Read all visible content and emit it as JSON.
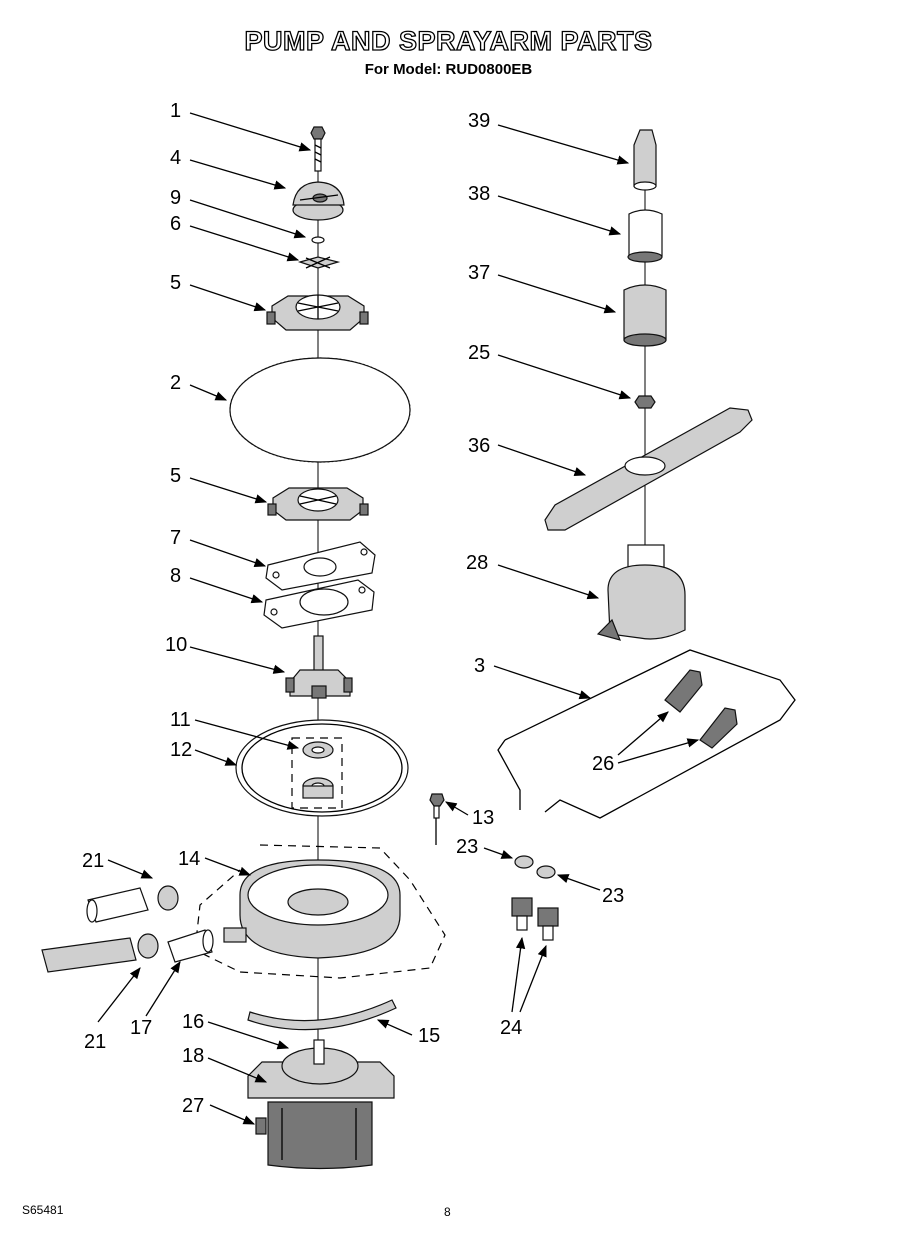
{
  "header": {
    "title": "PUMP AND SPRAYARM PARTS",
    "subtitle": "For Model: RUD0800EB"
  },
  "callouts": [
    {
      "id": "c1",
      "label": "1"
    },
    {
      "id": "c4",
      "label": "4"
    },
    {
      "id": "c9",
      "label": "9"
    },
    {
      "id": "c6",
      "label": "6"
    },
    {
      "id": "c5a",
      "label": "5"
    },
    {
      "id": "c2",
      "label": "2"
    },
    {
      "id": "c5b",
      "label": "5"
    },
    {
      "id": "c7",
      "label": "7"
    },
    {
      "id": "c8",
      "label": "8"
    },
    {
      "id": "c10",
      "label": "10"
    },
    {
      "id": "c11",
      "label": "11"
    },
    {
      "id": "c12",
      "label": "12"
    },
    {
      "id": "c21a",
      "label": "21"
    },
    {
      "id": "c14",
      "label": "14"
    },
    {
      "id": "c21b",
      "label": "21"
    },
    {
      "id": "c17",
      "label": "17"
    },
    {
      "id": "c16",
      "label": "16"
    },
    {
      "id": "c15",
      "label": "15"
    },
    {
      "id": "c18",
      "label": "18"
    },
    {
      "id": "c27",
      "label": "27"
    },
    {
      "id": "c13",
      "label": "13"
    },
    {
      "id": "c39",
      "label": "39"
    },
    {
      "id": "c38",
      "label": "38"
    },
    {
      "id": "c37",
      "label": "37"
    },
    {
      "id": "c25",
      "label": "25"
    },
    {
      "id": "c36",
      "label": "36"
    },
    {
      "id": "c28",
      "label": "28"
    },
    {
      "id": "c3",
      "label": "3"
    },
    {
      "id": "c26",
      "label": "26"
    },
    {
      "id": "c23a",
      "label": "23"
    },
    {
      "id": "c23b",
      "label": "23"
    },
    {
      "id": "c24",
      "label": "24"
    }
  ],
  "footer": {
    "doc_code": "S65481",
    "page_number": "8"
  }
}
